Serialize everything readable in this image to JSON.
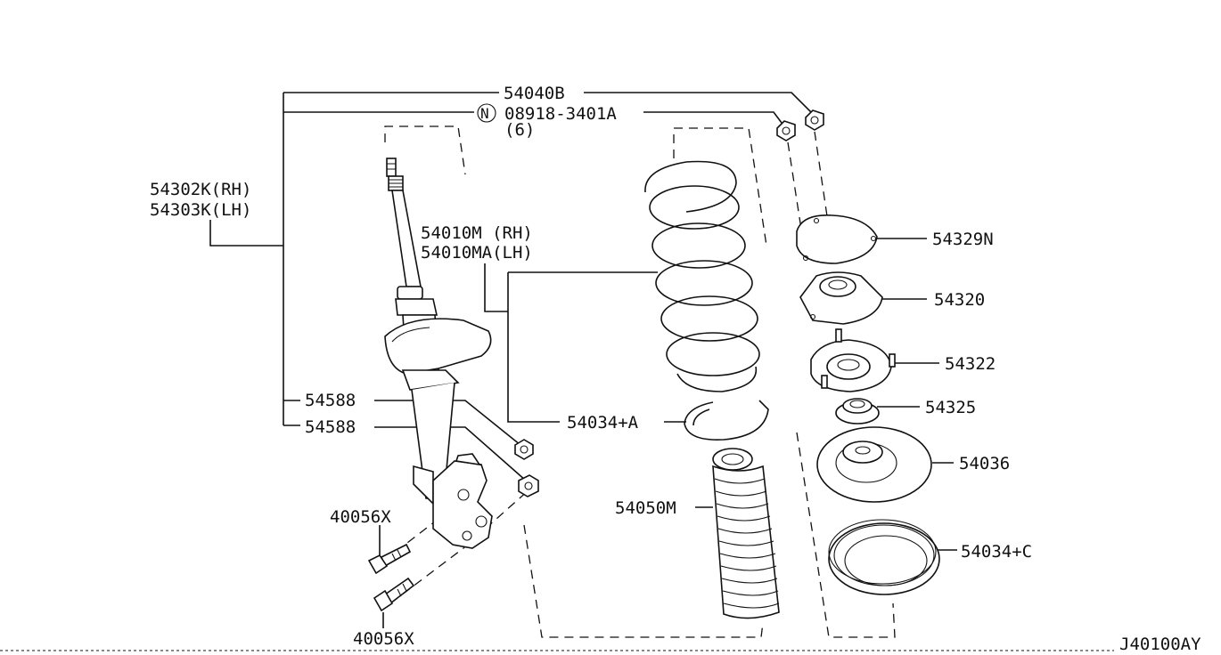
{
  "diagram_code": "J40100AY",
  "labels": {
    "l54040b": "54040B",
    "symbol_n": "N",
    "l08918": "08918-3401A",
    "qty6": "(6)",
    "l54302k": "54302K(RH)",
    "l54303k": "54303K(LH)",
    "l54010m": "54010M (RH)",
    "l54010ma": "54010MA(LH)",
    "l54329n": "54329N",
    "l54320": "54320",
    "l54322": "54322",
    "l54325": "54325",
    "l54036": "54036",
    "l54588a": "54588",
    "l54588b": "54588",
    "l54034a": "54034+A",
    "l54050m": "54050M",
    "l40056xa": "40056X",
    "l40056xb": "40056X",
    "l54034c": "54034+C"
  }
}
